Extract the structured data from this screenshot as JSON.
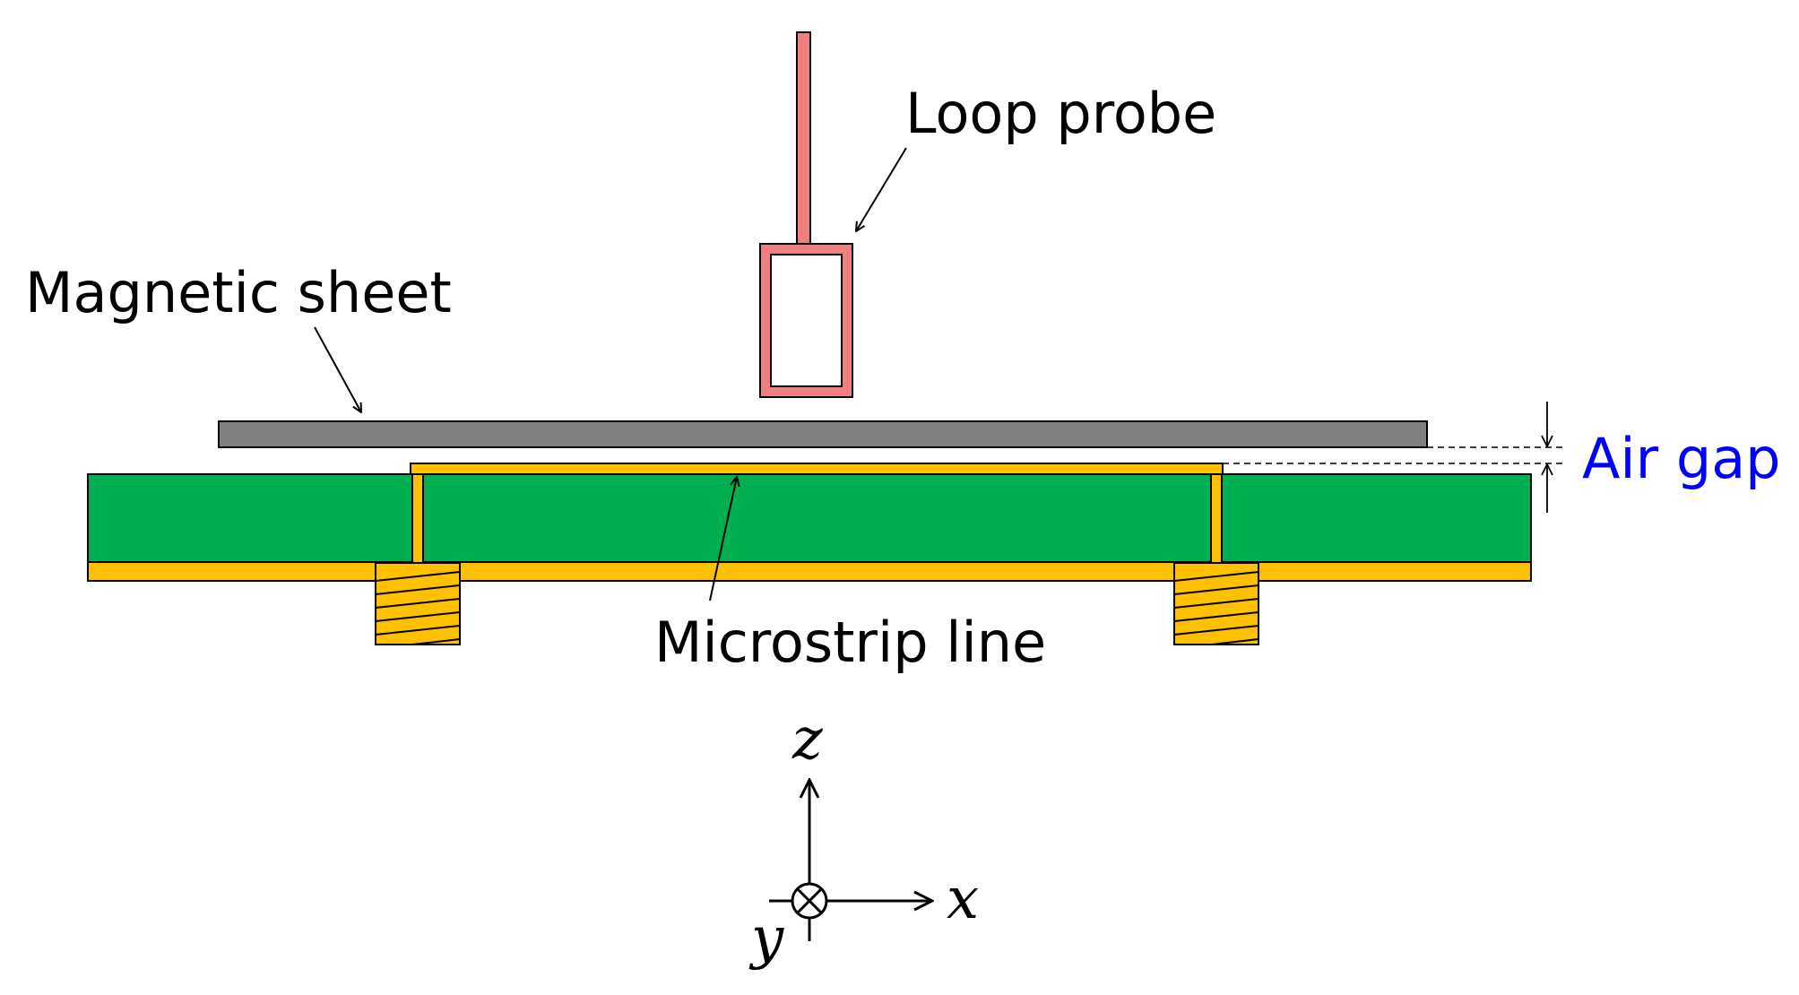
{
  "labels": {
    "loop_probe": "Loop probe",
    "magnetic_sheet": "Magnetic sheet",
    "air_gap": "Air gap",
    "microstrip_line": "Microstrip line"
  },
  "axes": {
    "z": "z",
    "x": "x",
    "y": "y"
  },
  "colors": {
    "probe": "#f08080",
    "sheet": "#808080",
    "substrate": "#00b050",
    "copper": "#ffc000",
    "air_gap_text": "#0000ff",
    "stroke": "#000000"
  }
}
